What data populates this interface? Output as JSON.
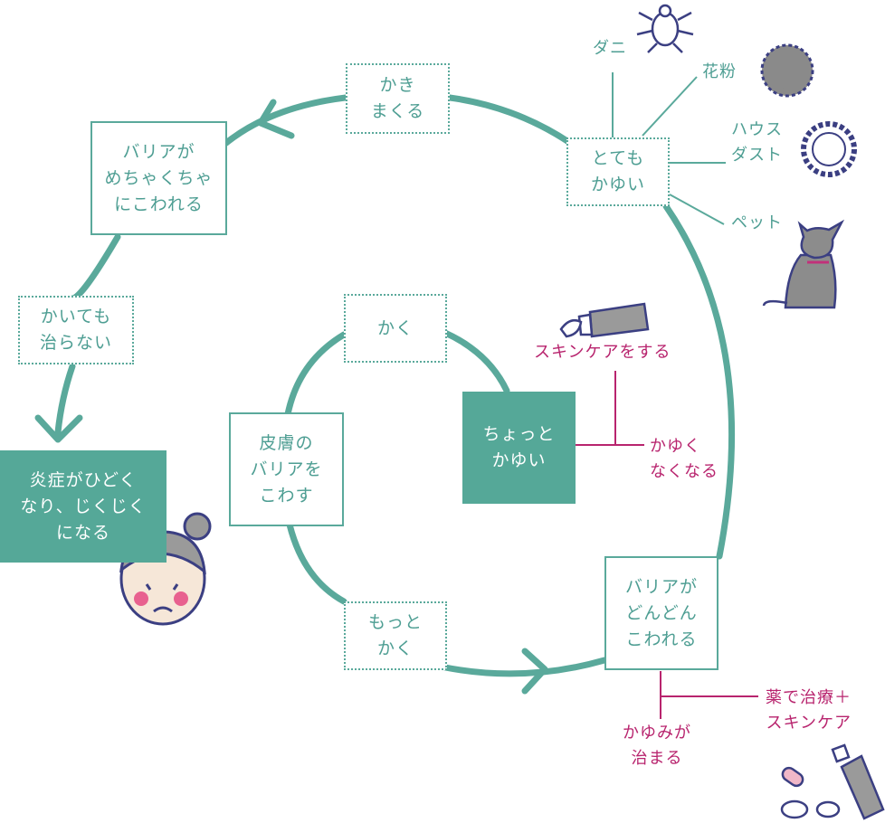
{
  "colors": {
    "teal": "#5aa99b",
    "teal_fill": "#55a898",
    "magenta": "#b8246e",
    "navy": "#3b3f82"
  },
  "inner_cycle": {
    "kaku": "かく",
    "hifu": "皮膚の\nバリアを\nこわす",
    "motto": "もっと\nかく",
    "chotto": "ちょっと\nかゆい"
  },
  "outer_cycle": {
    "kakimakuru": "かき\nまくる",
    "barrier_mecha": "バリアが\nめちゃくちゃ\nにこわれる",
    "kaitemo": "かいても\n治らない",
    "enshou": "炎症がひどく\nなり、じくじく\nになる",
    "totemo": "とても\nかゆい",
    "barrier_dondon": "バリアが\nどんどん\nこわれる"
  },
  "triggers": {
    "dani": "ダニ",
    "kafun": "花粉",
    "house_dust": "ハウス\nダスト",
    "pet": "ペット"
  },
  "remedies": {
    "skincare": "スキンケアをする",
    "kayuku": "かゆく\nなくなる",
    "kusuri": "薬で治療＋\nスキンケア",
    "kayumi": "かゆみが\n治まる"
  },
  "icons": [
    "mite-icon",
    "pollen-icon",
    "house-dust-icon",
    "cat-icon",
    "cream-tube-icon",
    "sad-face-icon",
    "medicine-icon"
  ]
}
